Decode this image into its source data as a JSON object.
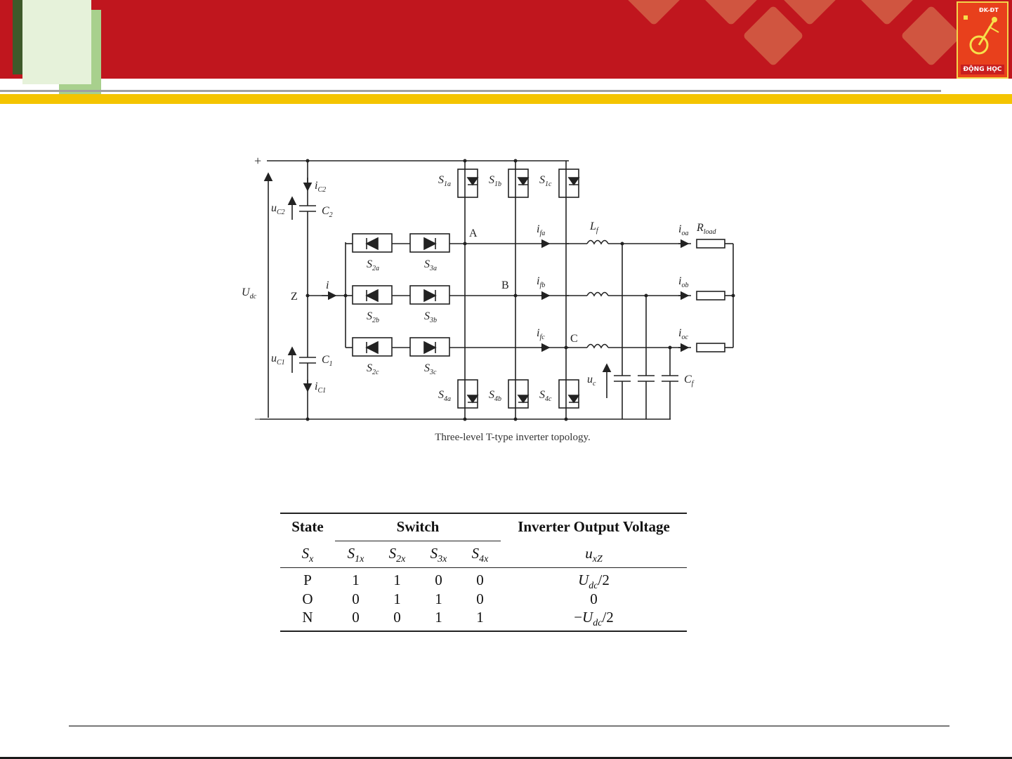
{
  "header": {
    "logo_top_text": "ĐK-ĐT",
    "logo_label": "ĐỘNG HỌC"
  },
  "circuit": {
    "caption": "Three-level T-type inverter topology.",
    "labels": {
      "plus": "+",
      "minus": "−",
      "udc": "U",
      "udc_sub": "dc",
      "z": "Z",
      "i": "i",
      "uc2": "u",
      "uc2_sub": "C2",
      "ic2": "i",
      "ic2_sub": "C2",
      "c2": "C",
      "c2_sub": "2",
      "uc1": "u",
      "uc1_sub": "C1",
      "ic1": "i",
      "ic1_sub": "C1",
      "c1": "C",
      "c1_sub": "1",
      "node_a": "A",
      "node_b": "B",
      "node_c": "C",
      "ifa": "i",
      "ifa_sub": "fa",
      "ifb": "i",
      "ifb_sub": "fb",
      "ifc": "i",
      "ifc_sub": "fc",
      "lf": "L",
      "lf_sub": "f",
      "ioa": "i",
      "ioa_sub": "oa",
      "iob": "i",
      "iob_sub": "ob",
      "ioc": "i",
      "ioc_sub": "oc",
      "rload": "R",
      "rload_sub": "load",
      "uc": "u",
      "uc_sub": "c",
      "cf": "C",
      "cf_sub": "f",
      "s1a": "S",
      "s1a_sub": "1a",
      "s1b": "S",
      "s1b_sub": "1b",
      "s1c": "S",
      "s1c_sub": "1c",
      "s2a": "S",
      "s2a_sub": "2a",
      "s3a": "S",
      "s3a_sub": "3a",
      "s2b": "S",
      "s2b_sub": "2b",
      "s3b": "S",
      "s3b_sub": "3b",
      "s2c": "S",
      "s2c_sub": "2c",
      "s3c": "S",
      "s3c_sub": "3c",
      "s4a": "S",
      "s4a_sub": "4a",
      "s4b": "S",
      "s4b_sub": "4b",
      "s4c": "S",
      "s4c_sub": "4c"
    }
  },
  "table": {
    "header_state": "State",
    "header_switch": "Switch",
    "header_voltage": "Inverter Output Voltage",
    "sym_state": "S",
    "sym_state_sub": "x",
    "sym_switches": [
      {
        "main": "S",
        "sub": "1x"
      },
      {
        "main": "S",
        "sub": "2x"
      },
      {
        "main": "S",
        "sub": "3x"
      },
      {
        "main": "S",
        "sub": "4x"
      }
    ],
    "sym_voltage": "u",
    "sym_voltage_sub": "xZ",
    "rows": [
      {
        "state": "P",
        "s1": "1",
        "s2": "1",
        "s3": "0",
        "s4": "0",
        "v_pre": "",
        "v_main": "U",
        "v_sub": "dc",
        "v_post": "/2"
      },
      {
        "state": "O",
        "s1": "0",
        "s2": "1",
        "s3": "1",
        "s4": "0",
        "v_pre": "",
        "v_main": "0",
        "v_sub": "",
        "v_post": ""
      },
      {
        "state": "N",
        "s1": "0",
        "s2": "0",
        "s3": "1",
        "s4": "1",
        "v_pre": "−",
        "v_main": "U",
        "v_sub": "dc",
        "v_post": "/2"
      }
    ]
  }
}
